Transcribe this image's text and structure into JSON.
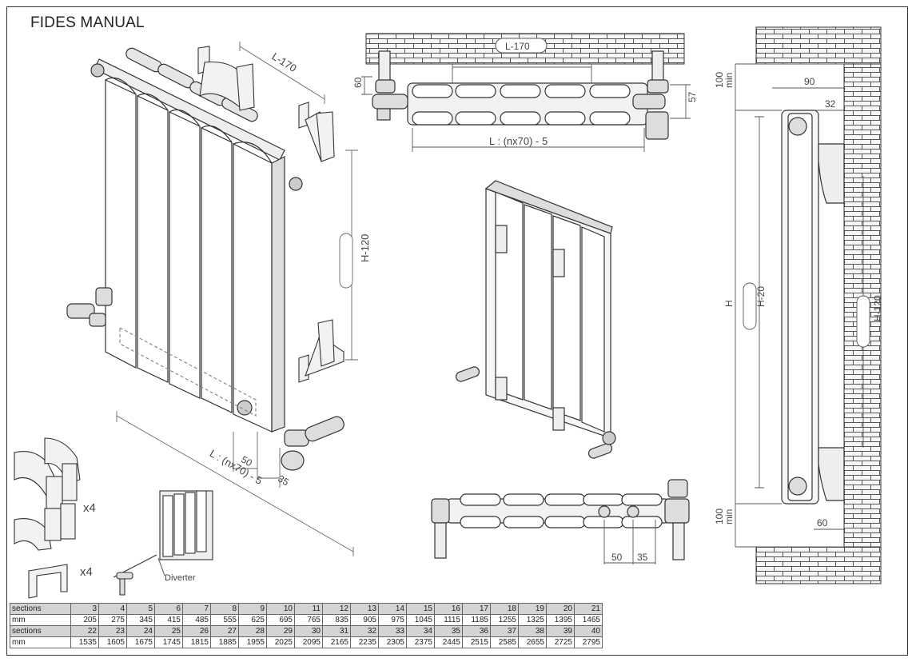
{
  "title": "FIDES MANUAL",
  "dimensions": {
    "l_minus_170": "L-170",
    "h_minus_120": "H-120",
    "h_minus_20": "H-20",
    "h": "H",
    "length_formula": "L : (nx70) - 5",
    "d60": "60",
    "d57": "57",
    "d100": "100",
    "min": "min",
    "d90": "90",
    "d32": "32",
    "d50": "50",
    "d35": "35",
    "x4": "x4",
    "diverter": "Diverter"
  },
  "table": {
    "rows": [
      {
        "label": "sections",
        "values": [
          "3",
          "4",
          "5",
          "6",
          "7",
          "8",
          "9",
          "10",
          "11",
          "12",
          "13",
          "14",
          "15",
          "16",
          "17",
          "18",
          "19",
          "20",
          "21"
        ]
      },
      {
        "label": "mm",
        "values": [
          "205",
          "275",
          "345",
          "415",
          "485",
          "555",
          "625",
          "695",
          "765",
          "835",
          "905",
          "975",
          "1045",
          "1115",
          "1185",
          "1255",
          "1325",
          "1395",
          "1465"
        ]
      },
      {
        "label": "sections",
        "values": [
          "22",
          "23",
          "24",
          "25",
          "26",
          "27",
          "28",
          "29",
          "30",
          "31",
          "32",
          "33",
          "34",
          "35",
          "36",
          "37",
          "38",
          "39",
          "40"
        ]
      },
      {
        "label": "mm",
        "values": [
          "1535",
          "1605",
          "1675",
          "1745",
          "1815",
          "1885",
          "1955",
          "2025",
          "2095",
          "2165",
          "2235",
          "2305",
          "2375",
          "2445",
          "2515",
          "2585",
          "2655",
          "2725",
          "2795"
        ]
      }
    ]
  },
  "colors": {
    "line": "#333333",
    "dim_line": "#666666",
    "brick_fill": "#f4f4f4",
    "table_header_fill": "#d4d4d4"
  }
}
